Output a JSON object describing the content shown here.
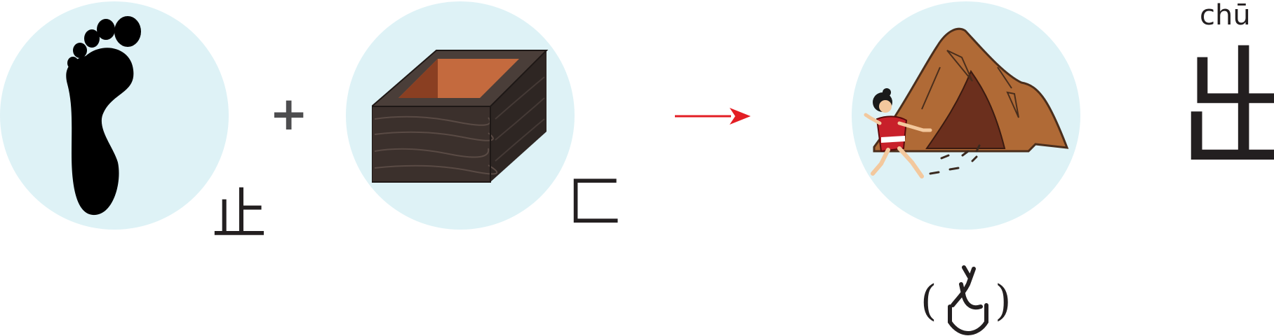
{
  "parts": {
    "foot": {
      "icon": "footprint-icon",
      "character": "止"
    },
    "operator": "+",
    "box": {
      "icon": "open-box-icon",
      "character": "匚"
    }
  },
  "arrow": {
    "icon": "arrow-right-icon",
    "color": "#e31e24"
  },
  "result": {
    "icon": "person-leaving-cave-icon",
    "pinyin": "chū",
    "character": "出",
    "ancient_form": {
      "open": "(",
      "close": ")",
      "icon": "ancient-chu-glyph-icon"
    }
  },
  "colors": {
    "circle": "#def2f6",
    "ink": "#231f20",
    "box_wood": "#3b302c",
    "box_inner": "#c46a3e",
    "cave": "#b06a36",
    "cave_inside": "#6b2f1d",
    "dress": "#c8202a"
  }
}
